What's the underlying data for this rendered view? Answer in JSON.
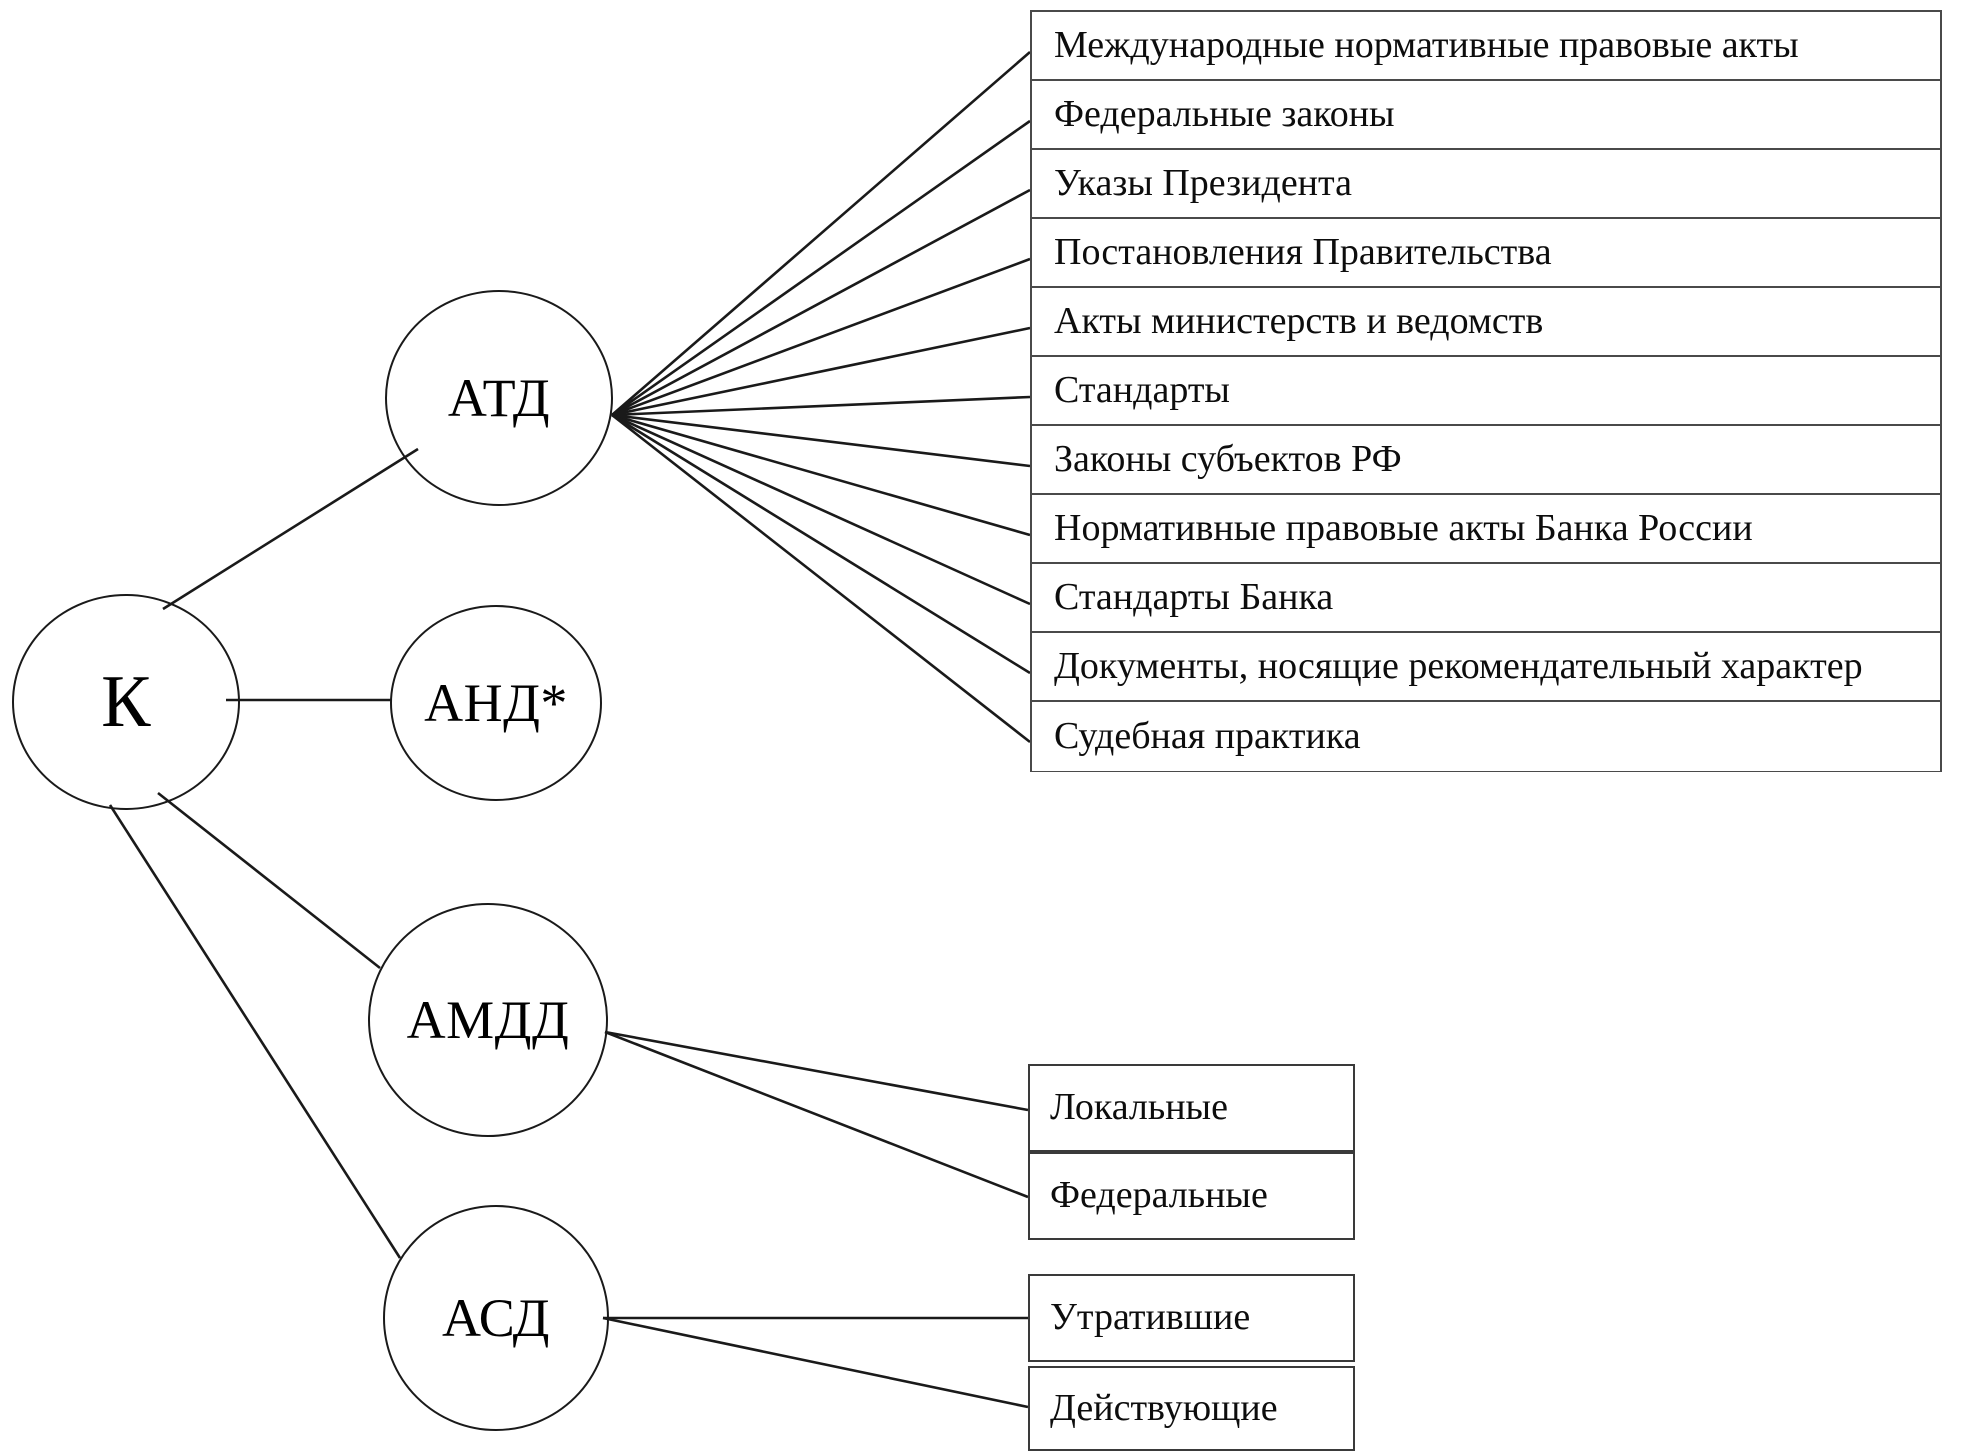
{
  "diagram": {
    "type": "hierarchy-tree",
    "root": {
      "id": "K",
      "label": "К"
    },
    "nodes": [
      {
        "id": "ATD",
        "label": "АТД"
      },
      {
        "id": "AND",
        "label": "АНД*"
      },
      {
        "id": "AMDD",
        "label": "АМДД"
      },
      {
        "id": "ASD",
        "label": "АСД"
      }
    ],
    "groups": {
      "atd_items": [
        "Международные нормативные правовые акты",
        "Федеральные законы",
        "Указы Президента",
        "Постановления Правительства",
        "Акты министерств и ведомств",
        "Стандарты",
        "Законы субъектов РФ",
        "Нормативные правовые акты Банка России",
        "Стандарты Банка",
        "Документы, носящие рекомендательный характер",
        "Судебная практика"
      ],
      "amdd_items": [
        "Локальные",
        "Федеральные"
      ],
      "asd_items": [
        "Утратившие",
        "Действующие"
      ]
    },
    "colors": {
      "stroke": "#1a1a1a",
      "box_stroke": "#4a4a4a",
      "text": "#000000",
      "background": "#ffffff"
    }
  }
}
